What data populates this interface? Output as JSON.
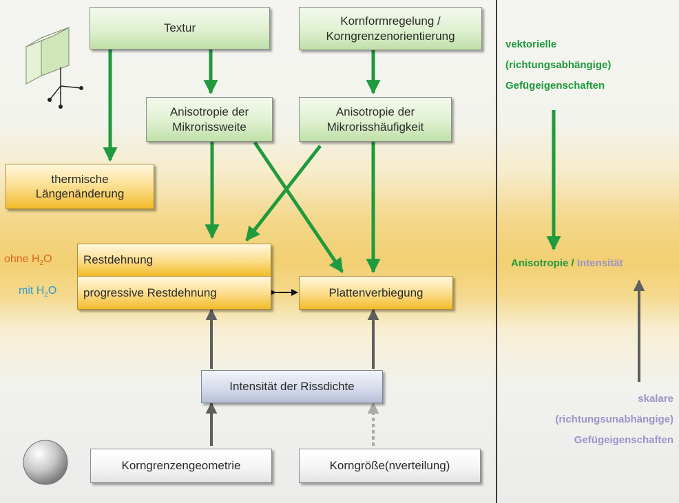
{
  "colors": {
    "green": "#1f9a3c",
    "gray": "#5e5e5e",
    "orange": "#e0661a",
    "cyan": "#2b9ccf",
    "lavender": "#9b93c9"
  },
  "boxes": {
    "textur": "Textur",
    "kornform_1": "Kornformregelung /",
    "kornform_2": "Korngrenzenorientierung",
    "aniso_weite_1": "Anisotropie der",
    "aniso_weite_2": "Mikrorissweite",
    "aniso_haeuf_1": "Anisotropie der",
    "aniso_haeuf_2": "Mikrorisshäufigkeit",
    "thermisch_1": "thermische",
    "thermisch_2": "Längenänderung",
    "restdehnung": "Restdehnung",
    "progressive": "progressive Restdehnung",
    "platten": "Plattenverbiegung",
    "intensitaet": "Intensität der Rissdichte",
    "korngrenzen": "Korngrenzengeometrie",
    "korngroesse": "Korngröße(nverteilung)"
  },
  "side_labels": {
    "ohne_prefix": "ohne H",
    "ohne_sub": "2",
    "ohne_suffix": "O",
    "mit_prefix": "mit H",
    "mit_sub": "2",
    "mit_suffix": "O"
  },
  "right_panel": {
    "vektorielle": "vektorielle",
    "richtungsabhaengige": "(richtungsabhängige)",
    "gefuege_top": "Gefügeigenschaften",
    "anisotropie": "Anisotropie",
    "slash": " / ",
    "intensitaet": "Intensität",
    "skalare": "skalare",
    "richtungsunabhaengige": "(richtungsunabhängige)",
    "gefuege_bottom": "Gefügeigenschaften"
  },
  "icons": {
    "top_left": "cube-icon",
    "bottom_left": "sphere-icon"
  }
}
